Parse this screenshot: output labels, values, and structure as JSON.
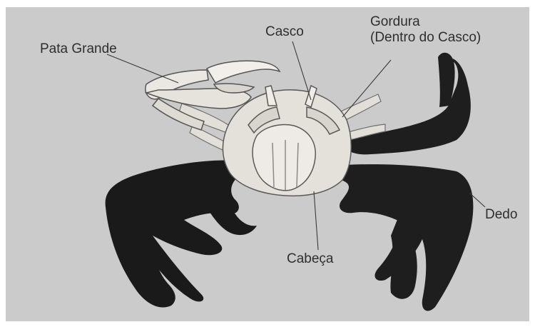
{
  "labels": {
    "pata_grande": "Pata Grande",
    "casco": "Casco",
    "gordura_line1": "Gordura",
    "gordura_line2": "(Dentro do Casco)",
    "dedo": "Dedo",
    "cabeca": "Cabeça"
  },
  "colors": {
    "background": "#cbcbcb",
    "frame": "#ffffff",
    "shell_light": "#e6e3de",
    "leg_dark": "#1c1c1c",
    "label_text": "#2e2e2e",
    "leader_line": "#3a3a3a"
  }
}
